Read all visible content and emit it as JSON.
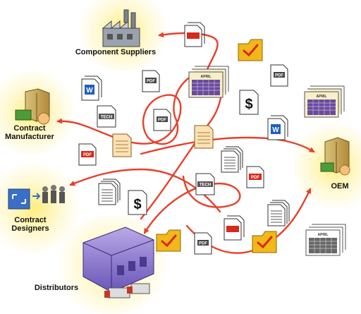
{
  "colors": {
    "arrow": "#e8402a",
    "glow": "#fff1a0",
    "pdf": "#d9281c",
    "word": "#1f5fbf",
    "check": "#f2b817"
  },
  "nodes": {
    "component_suppliers": {
      "label": "Component Suppliers",
      "icon": "factory-icon"
    },
    "contract_manufacturer": {
      "label_line1": "Contract",
      "label_line2": "Manufacturer",
      "icon": "manufacturer-building-icon"
    },
    "oem": {
      "label": "OEM",
      "icon": "oem-building-icon"
    },
    "contract_designers": {
      "label_line1": "Contract",
      "label_line2": "Designers",
      "icon": "designers-icon"
    },
    "distributors": {
      "label": "Distributors",
      "icon": "warehouse-icon"
    }
  },
  "documents": {
    "pdf": "PDF",
    "tech": "TECH",
    "word": "W",
    "dollar": "$",
    "calendar": "APRIL"
  }
}
